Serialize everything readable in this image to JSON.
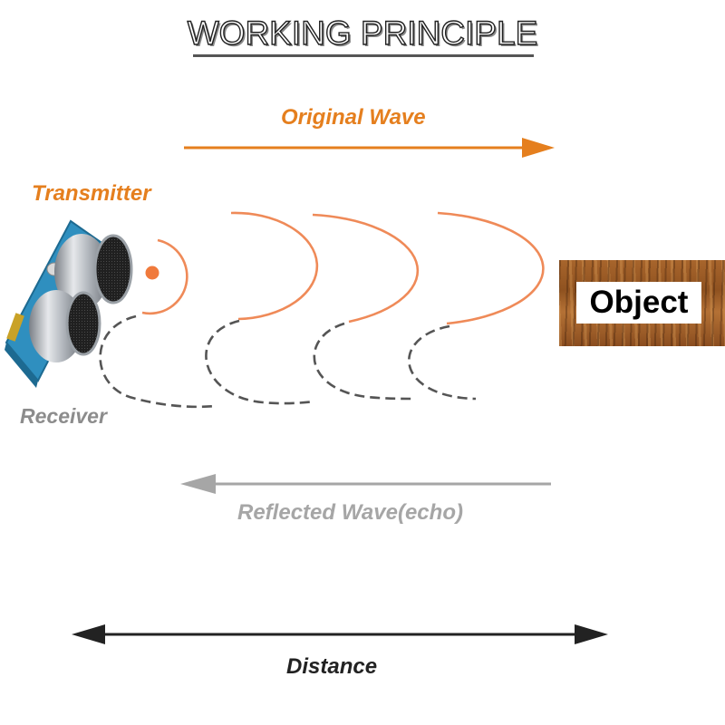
{
  "title": "WORKING PRINCIPLE",
  "labels": {
    "original_wave": "Original Wave",
    "transmitter": "Transmitter",
    "receiver": "Receiver",
    "object": "Object",
    "reflected_wave": "Reflected Wave(echo)",
    "distance": "Distance"
  },
  "colors": {
    "original_wave": "#e57f1e",
    "reflected_wave": "#a6a6a6",
    "echo_arcs": "#555555",
    "distance_arrow": "#222222",
    "sensor_board": "#2f8fbf",
    "object_wood": "#9a5a25"
  },
  "icons": {
    "sensor": "ultrasonic-sensor-icon",
    "object": "wood-block-icon"
  }
}
